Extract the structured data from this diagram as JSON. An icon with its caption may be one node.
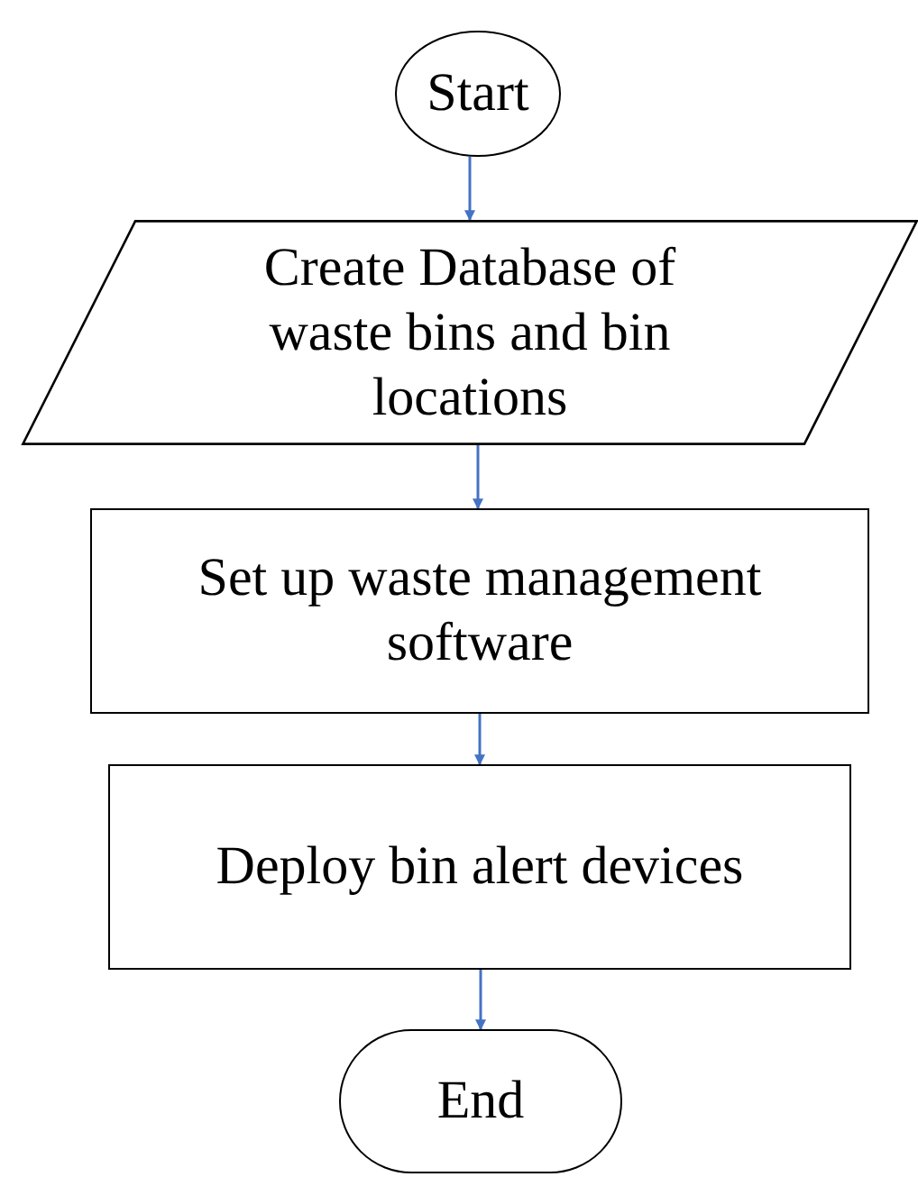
{
  "diagram": {
    "nodes": [
      {
        "text": [
          "Start"
        ]
      },
      {
        "text": [
          "Create Database of waste bins and bin locations"
        ]
      },
      {
        "text": [
          "Set up waste management software"
        ]
      },
      {
        "text": [
          "Deploy bin alert devices"
        ]
      },
      {
        "text": [
          "End"
        ]
      }
    ],
    "edges": [
      {
        "from": 0,
        "to": 1,
        "arrow": "to"
      },
      {
        "from": 1,
        "to": 2,
        "arrow": "to"
      },
      {
        "from": 2,
        "to": 3,
        "arrow": "to"
      },
      {
        "from": 3,
        "to": 4,
        "arrow": "to"
      }
    ]
  }
}
